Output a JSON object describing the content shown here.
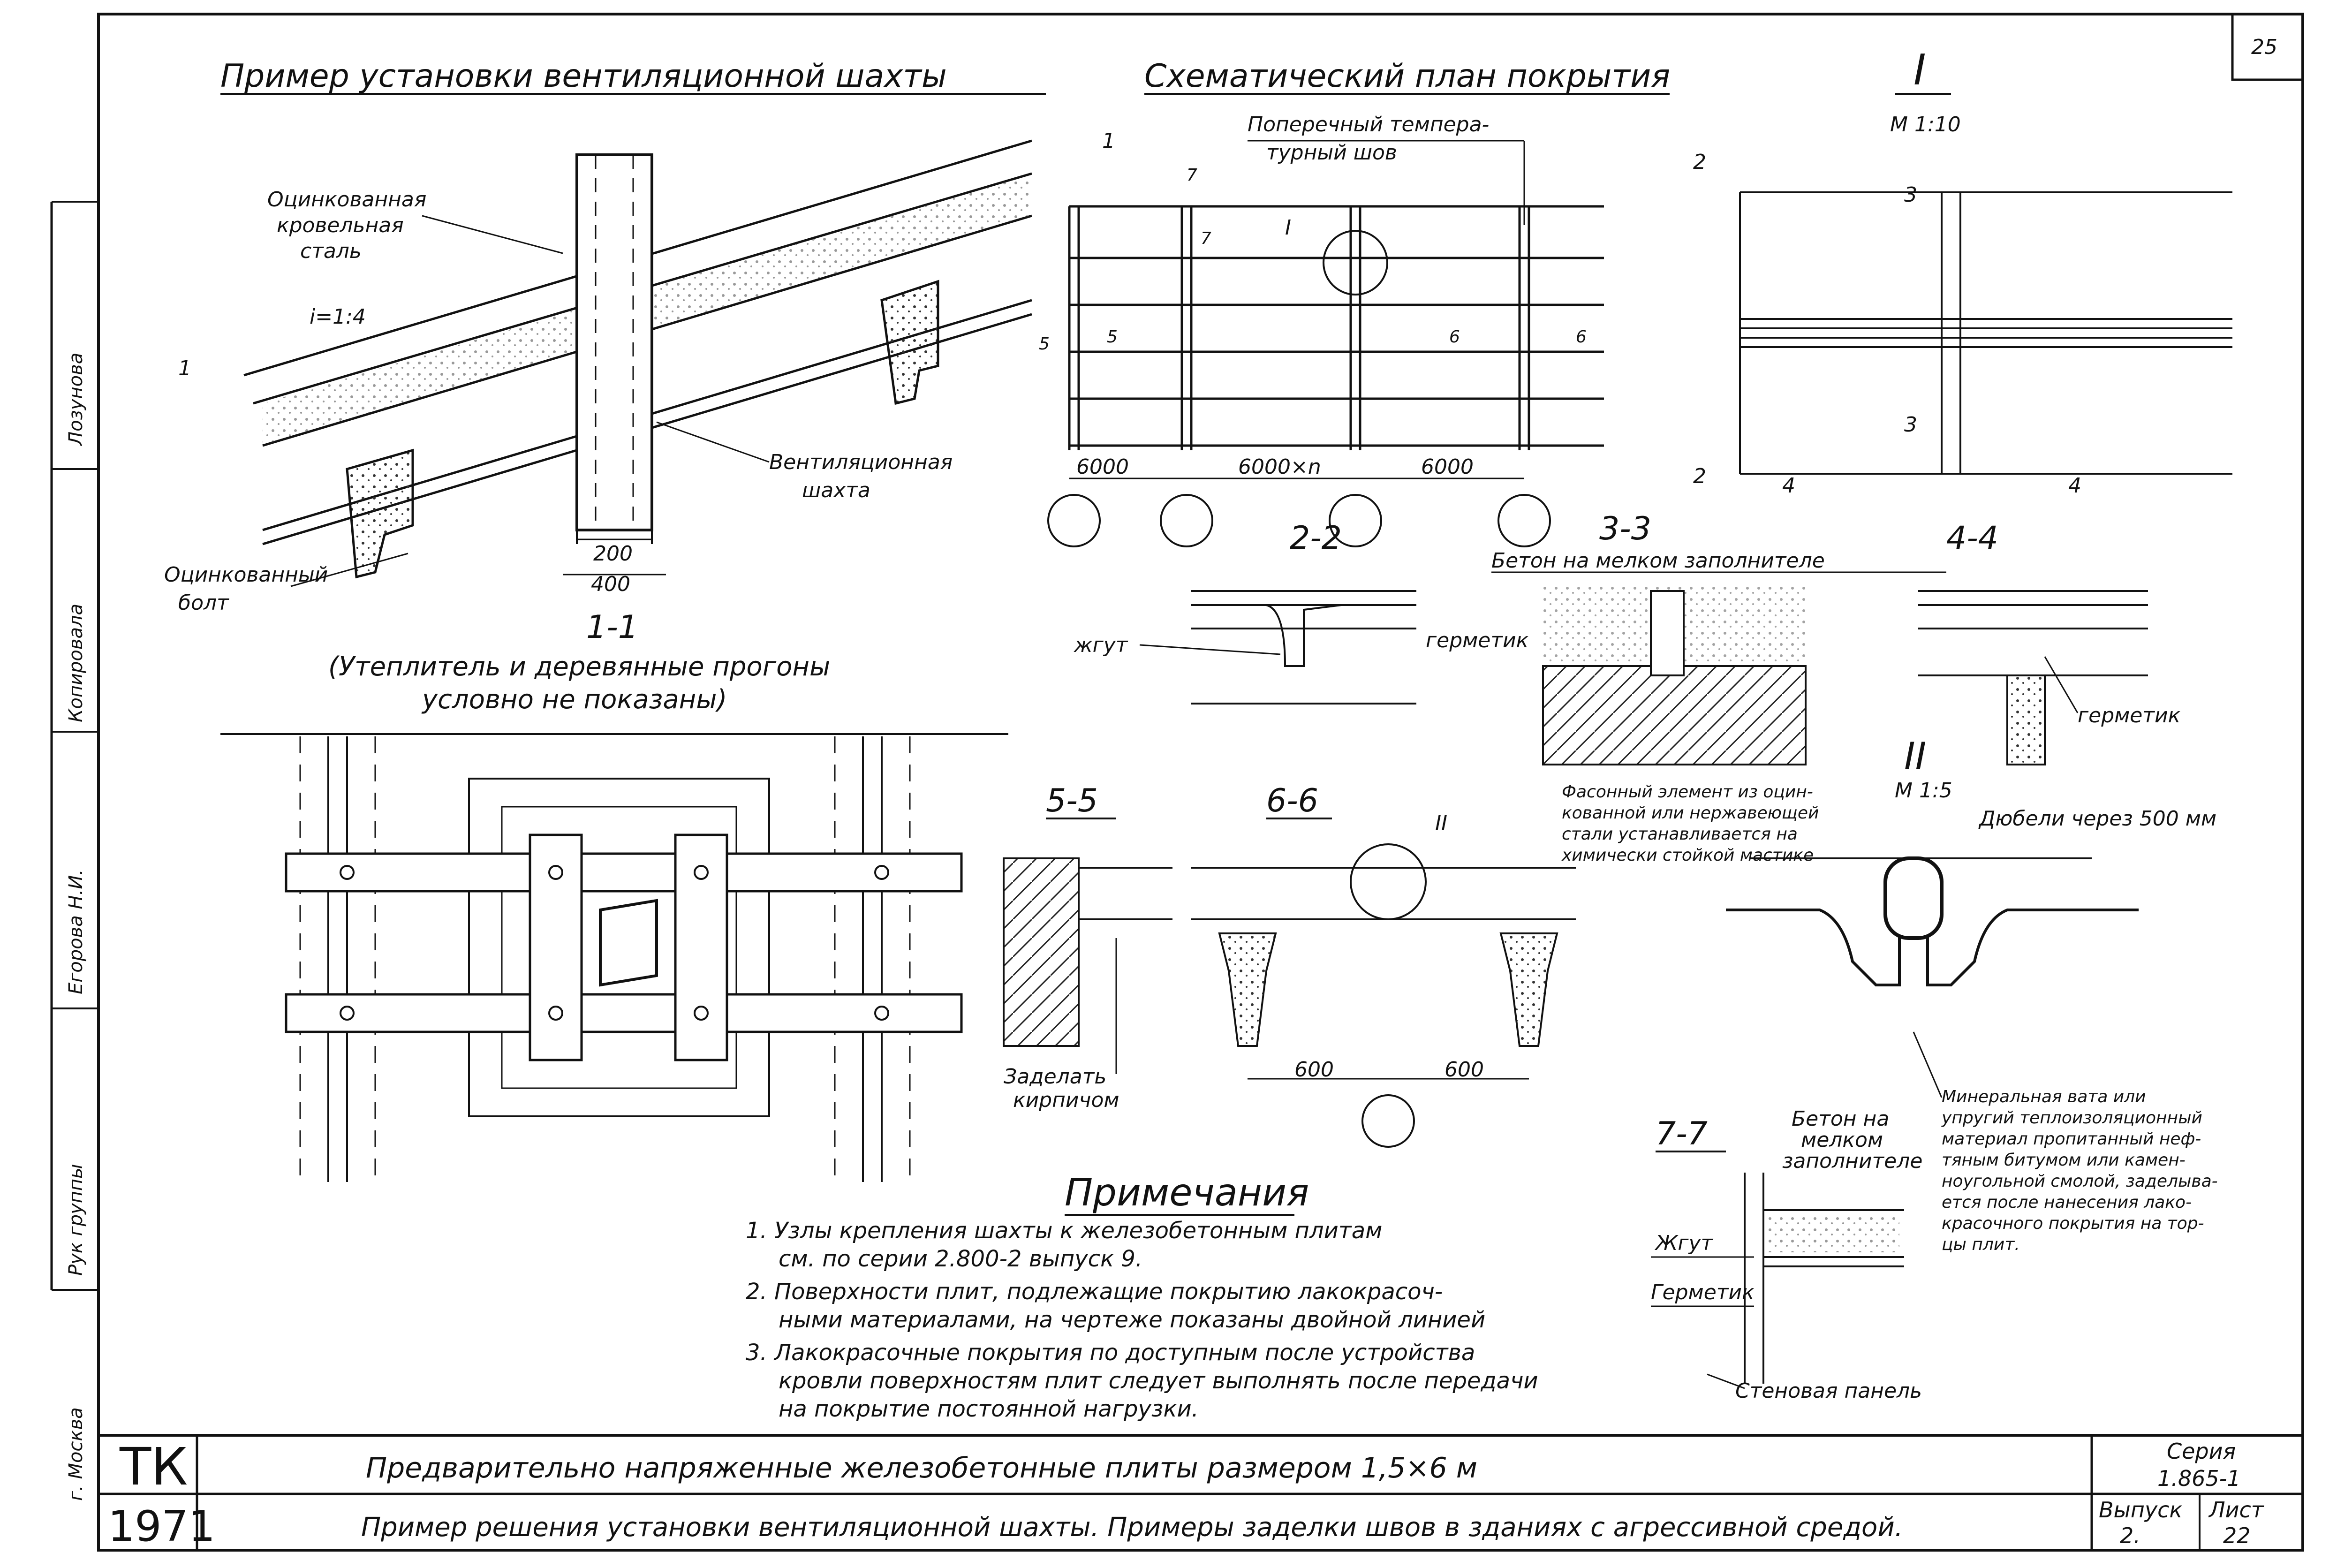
{
  "sheet": {
    "page_number": "25",
    "stamp_tk": "ТК",
    "stamp_year": "1971",
    "series_label": "Серия",
    "series_value": "1.865-1",
    "issue_label": "Выпуск",
    "issue_value": "2.",
    "sheet_label": "Лист",
    "sheet_value": "22",
    "title_line1": "Предварительно напряженные железобетонные плиты размером 1,5×6 м",
    "title_line2": "Пример решения установки вентиляционной шахты. Примеры заделки швов в зданиях с агрессивной средой."
  },
  "side": {
    "city": "г. Москва",
    "rows": [
      {
        "role": "Рук группы",
        "name": ""
      },
      {
        "role": "",
        "name": "Егорова Н.И."
      },
      {
        "role": "Копировала",
        "name": ""
      },
      {
        "role": "",
        "name": "Лозунова"
      }
    ]
  },
  "shaft": {
    "title": "Пример установки вентиляционной шахты",
    "label_steel": [
      "Оцинкованная",
      "кровельная",
      "сталь"
    ],
    "slope": "i=1:4",
    "section_mark": "1",
    "label_shaft": [
      "Вентиляционная",
      "шахта"
    ],
    "label_bolt": [
      "Оцинкованный",
      "болт"
    ],
    "dim_200": "200",
    "dim_400": "400"
  },
  "section11": {
    "title": "1-1",
    "caption": [
      "(Утеплитель и деревянные прогоны",
      "условно не показаны)"
    ]
  },
  "plan": {
    "title": "Схематический план покрытия",
    "joint_label": [
      "Поперечный темпера-",
      "турный шов"
    ],
    "marks": [
      "1",
      "7",
      "7",
      "I",
      "5",
      "5",
      "6",
      "6"
    ],
    "dims": [
      "6000",
      "6000×n",
      "6000"
    ]
  },
  "detailI": {
    "title": "I",
    "scale": "М 1:10",
    "marks": [
      "2",
      "3",
      "3",
      "2",
      "4",
      "4"
    ]
  },
  "sections": {
    "s22": "2-2",
    "s33": "3-3",
    "s44": "4-4",
    "s55": "5-5",
    "s66": "6-6",
    "s77": "7-7",
    "concrete": "Бетон на мелком заполнителе",
    "tourniquet": "жгут",
    "sealant": "герметик",
    "sealant2": "герметик",
    "brick": [
      "Заделать",
      "кирпичом"
    ],
    "dim600a": "600",
    "dim600b": "600",
    "mark_II": "II"
  },
  "detailII": {
    "title": "II",
    "scale": "М 1:5",
    "shaped": [
      "Фасонный элемент из оцин-",
      "кованной или нержавеющей",
      "стали устанавливается на",
      "химически стойкой мастике"
    ],
    "dowels": "Дюбели через 500 мм",
    "wool": [
      "Минеральная вата или",
      "упругий теплоизоляционный",
      "материал пропитанный неф-",
      "тяным битумом или камен-",
      "ноугольной смолой, заделыва-",
      "ется после нанесения лако-",
      "красочного покрытия на тор-",
      "цы плит."
    ]
  },
  "s77labels": {
    "concrete": [
      "Бетон на",
      "мелком",
      "заполнителе"
    ],
    "tourniquet": "Жгут",
    "sealant": "Герметик",
    "panel": "Стеновая панель"
  },
  "notes": {
    "title": "Примечания",
    "items": [
      [
        "1. Узлы крепления шахты к железобетонным плитам",
        "см. по серии 2.800-2 выпуск 9."
      ],
      [
        "2. Поверхности плит, подлежащие покрытию лакокрасоч-",
        "ными материалами, на чертеже показаны двойной линией"
      ],
      [
        "3. Лакокрасочные покрытия по доступным после устройства",
        "кровли поверхностям плит следует выполнять после передачи",
        "на покрытие постоянной нагрузки."
      ]
    ]
  }
}
